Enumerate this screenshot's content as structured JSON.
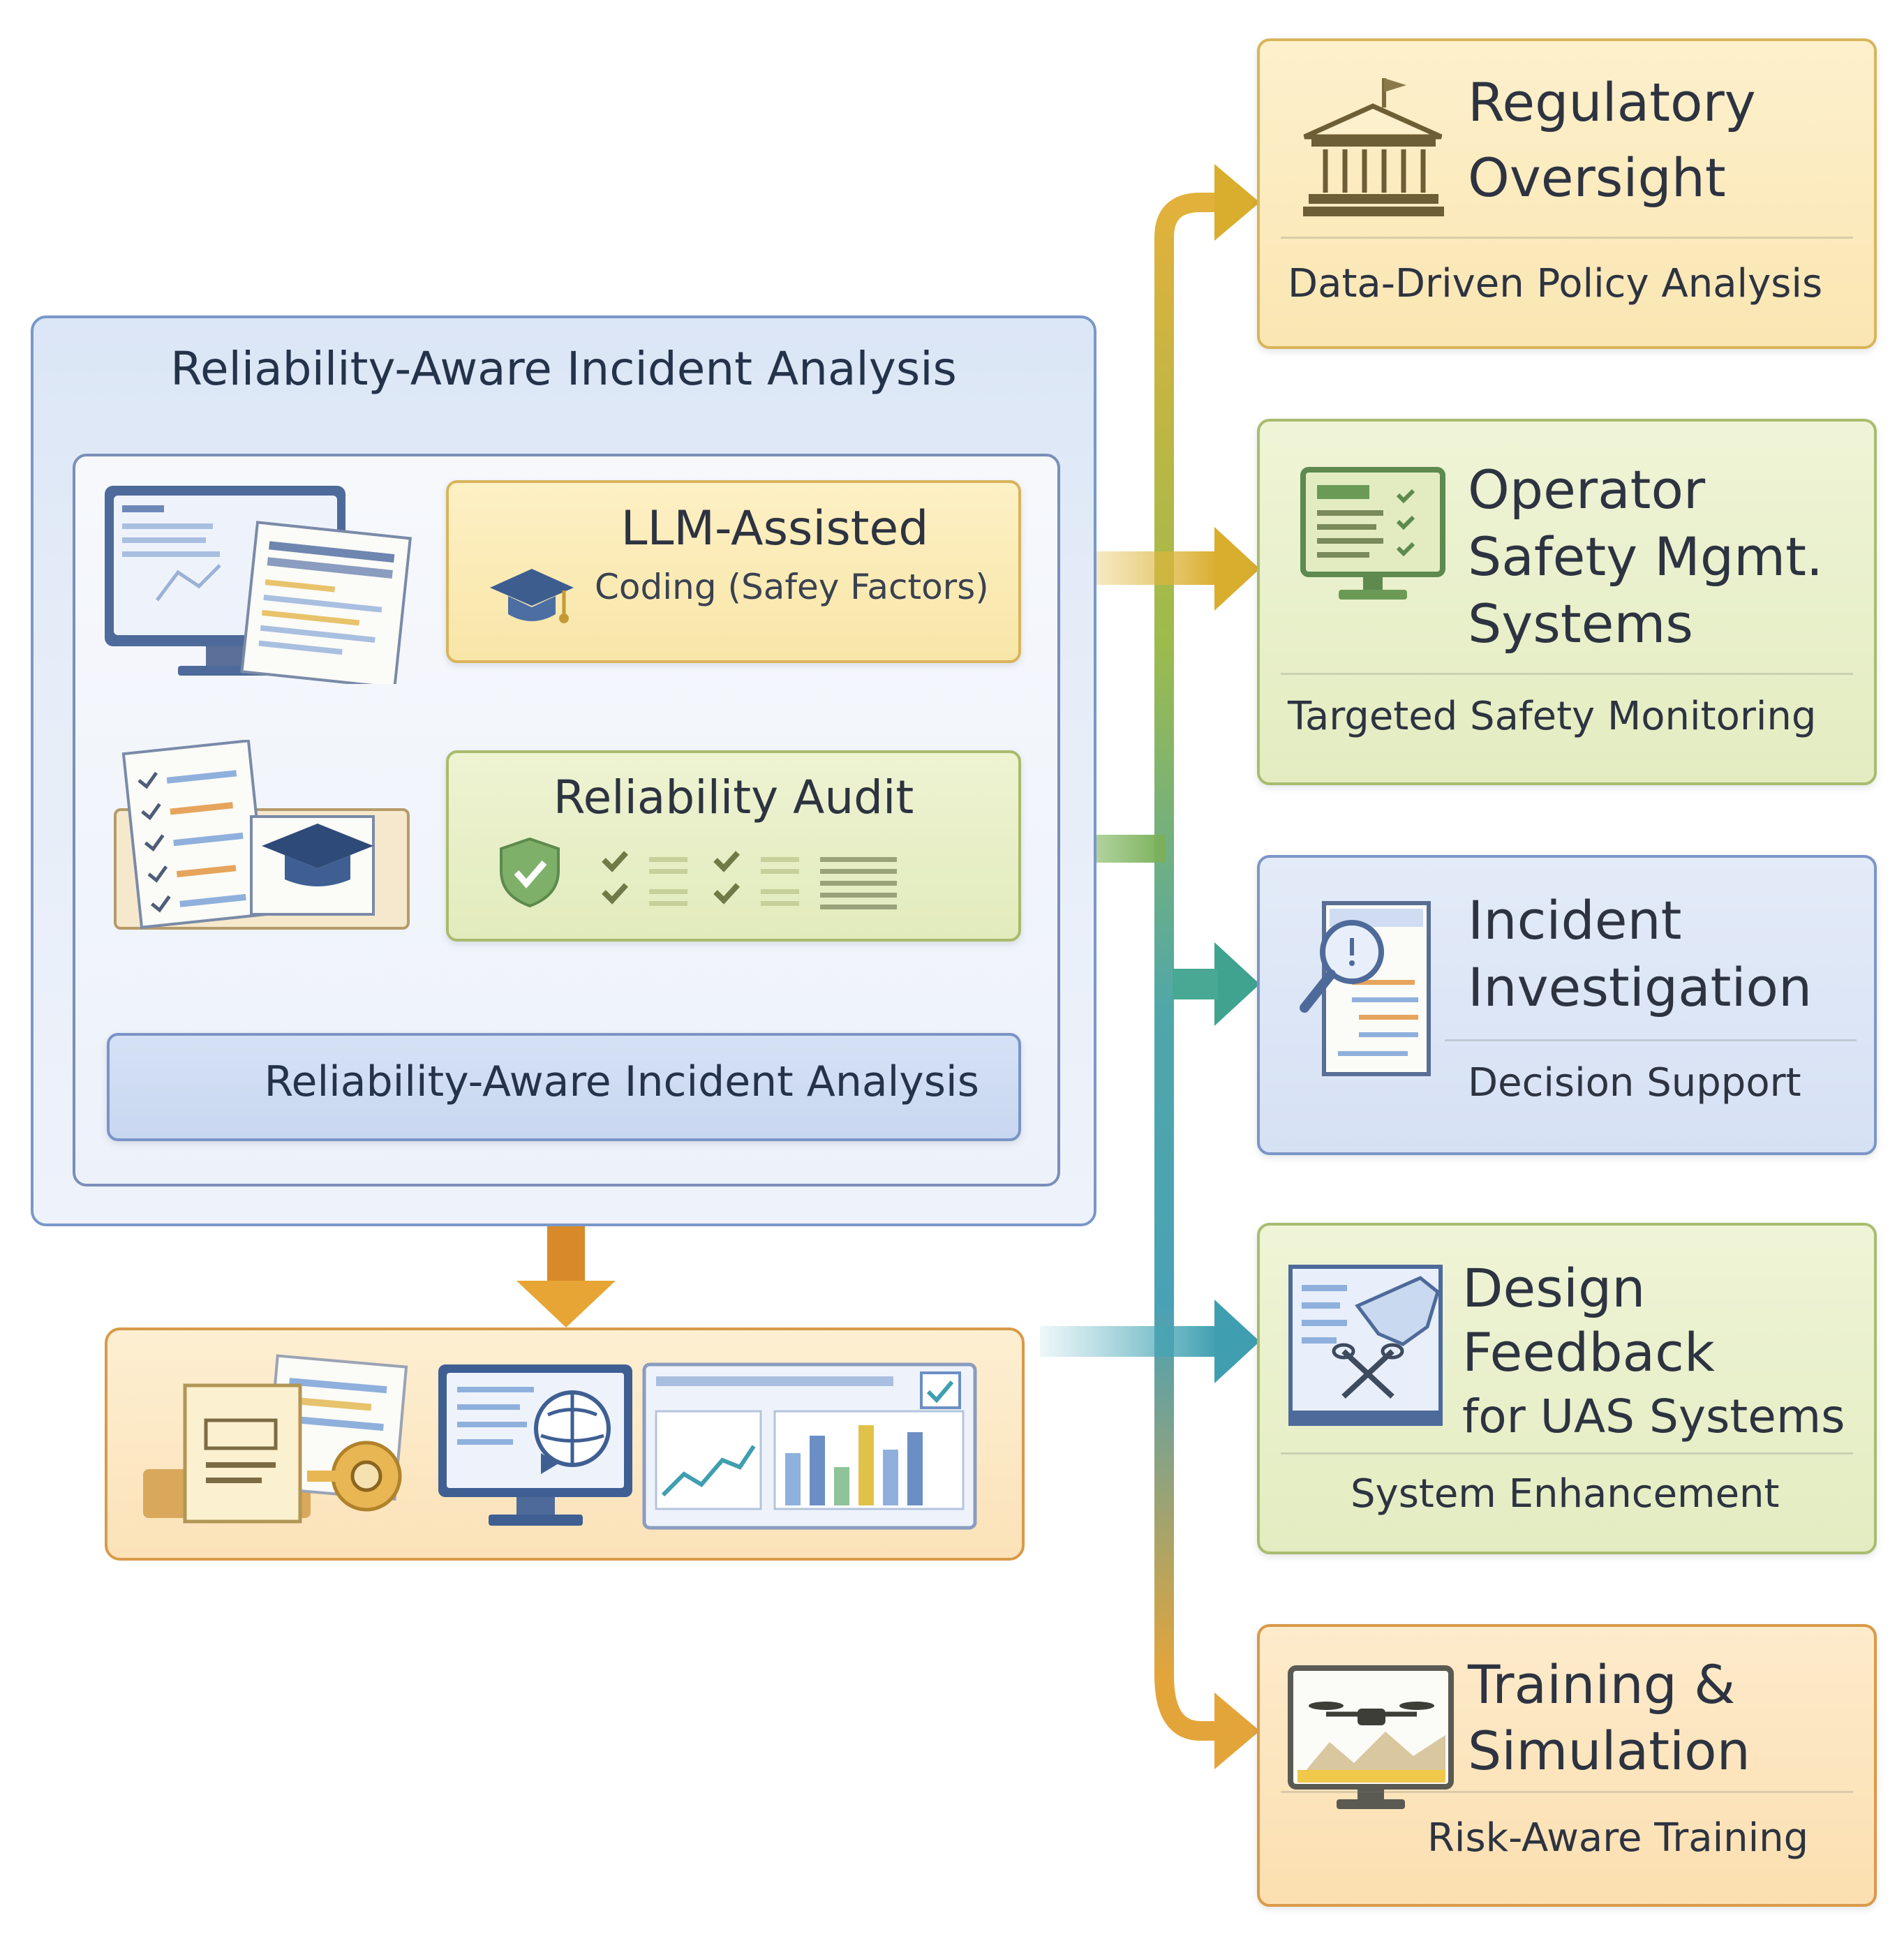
{
  "main": {
    "title": "Reliability-Aware Incident Analysis",
    "llm_title": "LLM-Assisted",
    "llm_subtitle": "Coding (Safey Factors)",
    "audit_title": "Reliability Audit",
    "analysis_label": "Reliability-Aware Incident Analysis"
  },
  "cards": [
    {
      "title_lines": [
        "Regulatory",
        "Oversight"
      ],
      "subtitle": "Data-Driven Policy Analysis",
      "color": "#fae6b2",
      "icon": "courthouse-icon"
    },
    {
      "title_lines": [
        "Operator",
        "Safety Mgmt.",
        "Systems"
      ],
      "subtitle": "Targeted Safety Monitoring",
      "color": "#e3ecc1",
      "icon": "monitor-checklist-icon"
    },
    {
      "title_lines": [
        "Incident",
        "Investigation"
      ],
      "subtitle": "Decision Support",
      "color": "#d6e1f4",
      "icon": "magnifier-document-icon"
    },
    {
      "title_lines": [
        "Design",
        "Feedback",
        "for UAS Systems"
      ],
      "subtitle": "System Enhancement",
      "color": "#e3ecc1",
      "icon": "design-tool-icon"
    },
    {
      "title_lines": [
        "Training &",
        "Simulation"
      ],
      "subtitle": "Risk-Aware Training",
      "color": "#fbdfb0",
      "icon": "drone-monitor-icon"
    }
  ],
  "colors": {
    "accent_gold": "#d9a441",
    "accent_green": "#7fb069",
    "accent_teal": "#3f9fb0",
    "accent_orange": "#e0952f"
  }
}
